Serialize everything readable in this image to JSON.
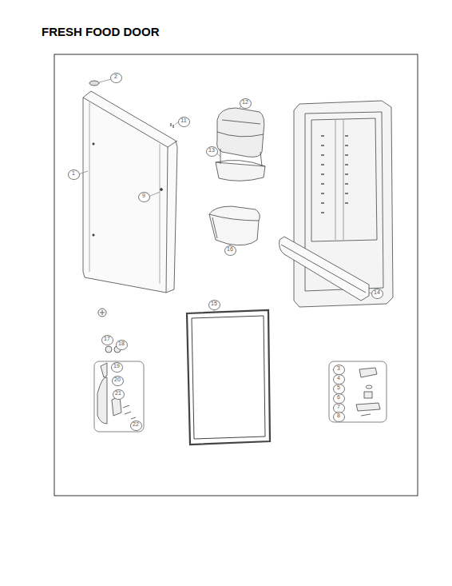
{
  "diagram": {
    "title": "FRESH FOOD DOOR",
    "labels": [
      "2",
      "11",
      "1",
      "9",
      "12",
      "13",
      "16",
      "14",
      "15",
      "17",
      "18",
      "19",
      "20",
      "21",
      "22",
      "3",
      "4",
      "5",
      "6",
      "7",
      "8"
    ]
  }
}
